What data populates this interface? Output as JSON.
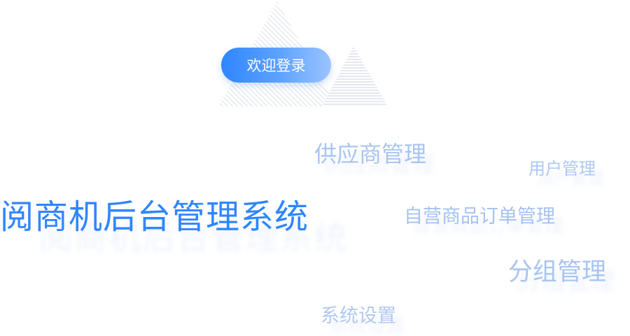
{
  "login": {
    "label": "欢迎登录"
  },
  "title": "阅商机后台管理系统",
  "tags": [
    "供应商管理",
    "用户管理",
    "自营商品订单管理",
    "分组管理",
    "系统设置"
  ],
  "colors": {
    "accent": "#2f86ff",
    "tag_text": "#a9c4f2",
    "stripe": "#c9cfe0"
  }
}
